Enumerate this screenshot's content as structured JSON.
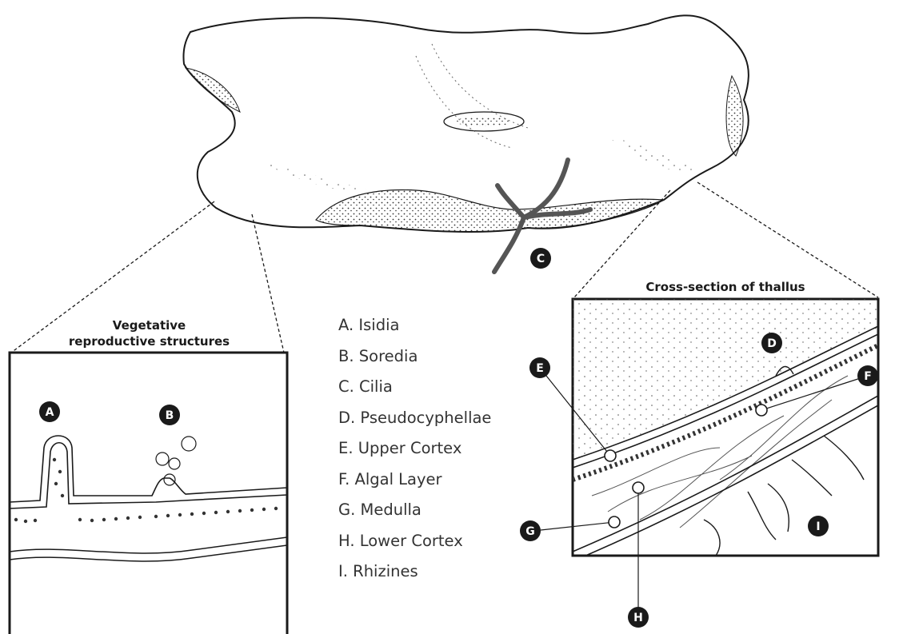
{
  "diagram": {
    "left_panel": {
      "title_line1": "Vegetative",
      "title_line2": "reproductive structures"
    },
    "right_panel": {
      "title": "Cross-section of thallus"
    },
    "markers": {
      "A": "A",
      "B": "B",
      "C": "C",
      "D": "D",
      "E": "E",
      "F": "F",
      "G": "G",
      "H": "H",
      "I": "I"
    },
    "legend": [
      "A. Isidia",
      "B. Soredia",
      "C. Cilia",
      "D. Pseudocyphellae",
      "E. Upper Cortex",
      "F. Algal Layer",
      "G. Medulla",
      "H. Lower Cortex",
      "I. Rhizines"
    ],
    "colors": {
      "ink": "#1a1a1a",
      "marker_fill": "#1a1a1a",
      "marker_text": "#ffffff",
      "legend_text": "#333333"
    }
  }
}
